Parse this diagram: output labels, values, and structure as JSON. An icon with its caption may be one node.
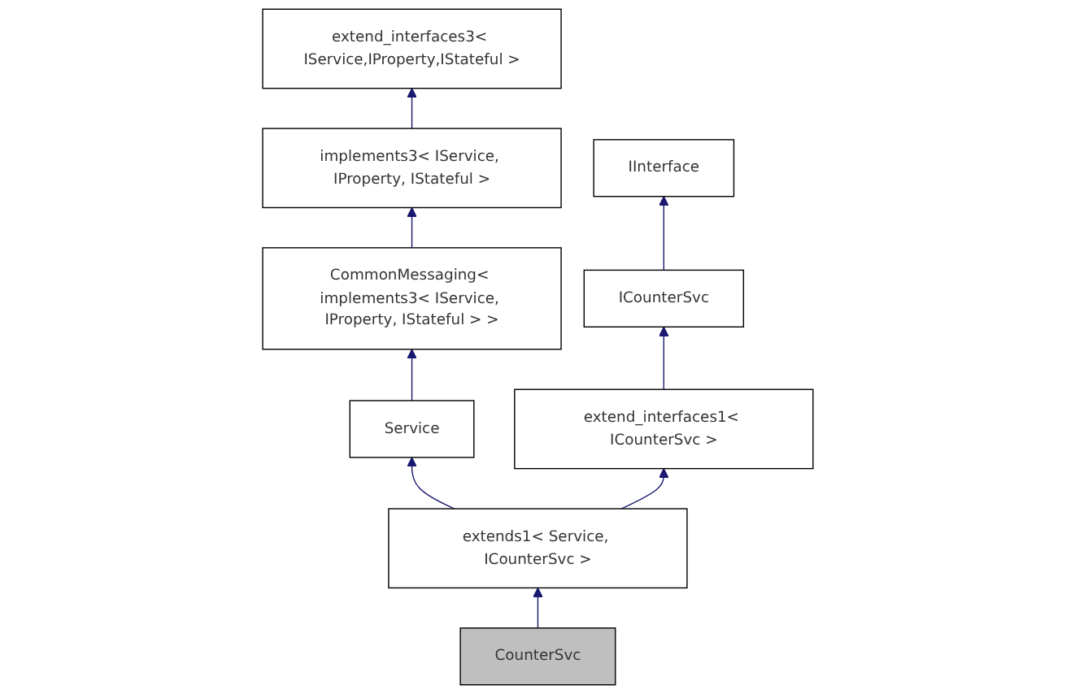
{
  "diagram": {
    "nodes": [
      {
        "text": [
          "extend_interfaces3< IService,IProperty,IStateful >"
        ]
      },
      {
        "text": [
          "implements3< IService, IProperty, IStateful >"
        ]
      },
      {
        "text": [
          "IInterface"
        ]
      },
      {
        "text": [
          "CommonMessaging< implements3< IService, IProperty, IStateful > >"
        ]
      },
      {
        "text": [
          "ICounterSvc"
        ]
      },
      {
        "text": [
          "Service"
        ]
      },
      {
        "text": [
          "extend_interfaces1< ICounterSvc >"
        ]
      },
      {
        "text": [
          "extends1< Service, ICounterSvc >"
        ]
      },
      {
        "text": [
          "CounterSvc"
        ]
      }
    ],
    "edges": [
      {
        "from": 1,
        "to": 0,
        "arrow": "to"
      },
      {
        "from": 3,
        "to": 1,
        "arrow": "to"
      },
      {
        "from": 4,
        "to": 2,
        "arrow": "to"
      },
      {
        "from": 5,
        "to": 3,
        "arrow": "to"
      },
      {
        "from": 6,
        "to": 4,
        "arrow": "to"
      },
      {
        "from": 7,
        "to": 5,
        "arrow": "to"
      },
      {
        "from": 7,
        "to": 6,
        "arrow": "to"
      },
      {
        "from": 8,
        "to": 7,
        "arrow": "to"
      }
    ]
  }
}
